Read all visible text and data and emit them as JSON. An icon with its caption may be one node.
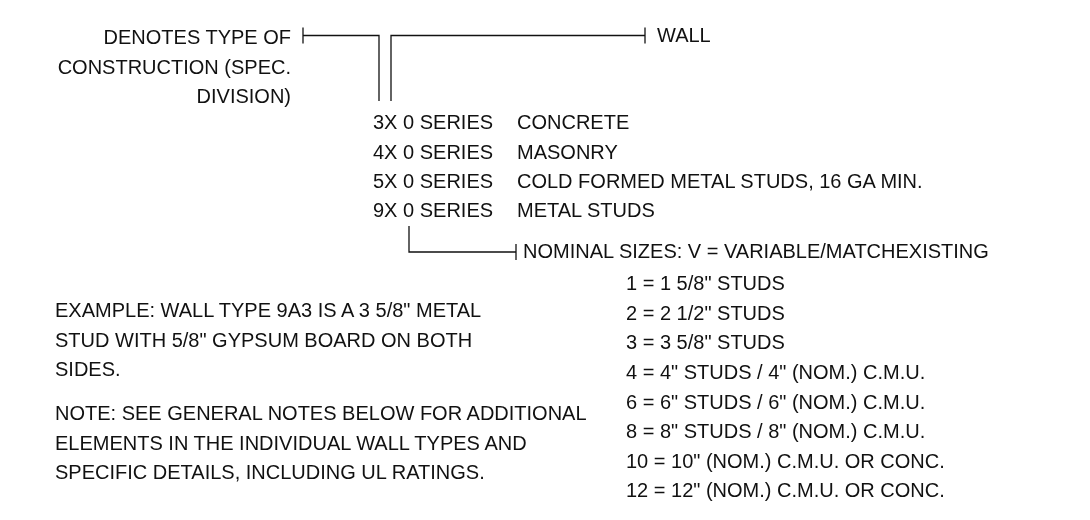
{
  "diagram": {
    "nodes": [
      {
        "text": [
          "DENOTES TYPE OF CONSTRUCTION (SPEC. DIVISION)"
        ]
      },
      {
        "text": [
          "WALL"
        ]
      },
      {
        "text": [
          "NOMINAL SIZES: V = VARIABLE/MATCHEXISTING"
        ]
      }
    ],
    "edges": [
      {
        "from": 0,
        "to": null,
        "arrow": "other"
      },
      {
        "from": 1,
        "to": null,
        "arrow": "other"
      },
      {
        "from": 2,
        "to": null,
        "arrow": "other"
      }
    ],
    "labels": [
      "3X 0 SERIES",
      "CONCRETE",
      "4X 0 SERIES",
      "MASONRY",
      "5X 0 SERIES",
      "COLD FORMED METAL STUDS, 16 GA MIN.",
      "9X 0 SERIES",
      "METAL STUDS",
      "1 = 1 5/8\" STUDS",
      "2 = 2 1/2\" STUDS",
      "3 = 3 5/8\" STUDS",
      "4 = 4\" STUDS / 4\" (NOM.) C.M.U.",
      "6 = 6\" STUDS / 6\" (NOM.) C.M.U.",
      "8 = 8\" STUDS / 8\" (NOM.) C.M.U.",
      "10 = 10\" (NOM.) C.M.U. OR CONC.",
      "12 = 12\" (NOM.) C.M.U. OR CONC.",
      "EXAMPLE: WALL TYPE 9A3 IS A 3 5/8\" METAL STUD WITH 5/8\" GYPSUM BOARD ON BOTH SIDES.",
      "NOTE: SEE GENERAL NOTES BELOW FOR ADDITIONAL ELEMENTS IN THE INDIVIDUAL WALL TYPES AND SPECIFIC DETAILS, INCLUDING UL RATINGS."
    ]
  }
}
